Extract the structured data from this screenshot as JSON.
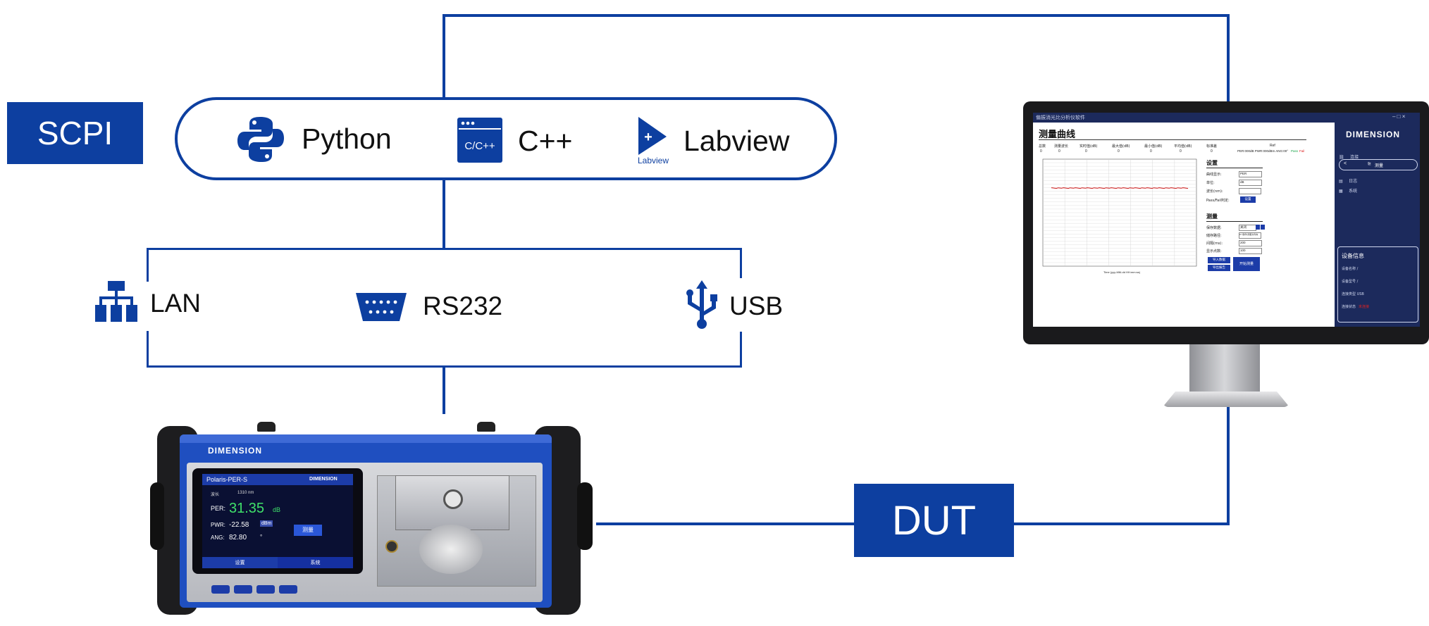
{
  "badges": {
    "scpi": "SCPI",
    "dut": "DUT"
  },
  "languages": [
    {
      "label": "Python",
      "icon": "python-logo-icon"
    },
    {
      "label": "C++",
      "icon": "cpp-window-icon",
      "icon_text": "C/C++"
    },
    {
      "label": "Labview",
      "icon": "labview-play-icon",
      "icon_text": "Labview"
    }
  ],
  "interfaces": [
    {
      "label": "LAN",
      "icon": "lan-network-icon"
    },
    {
      "label": "RS232",
      "icon": "rs232-connector-icon"
    },
    {
      "label": "USB",
      "icon": "usb-icon"
    }
  ],
  "colors": {
    "brand": "#0d3fa0",
    "device_blue": "#1f4fc0",
    "signal": "#cc1111",
    "pass": "#19a34a",
    "fail": "#dd2222"
  },
  "device": {
    "brand": "DIMENSION",
    "screen_title": "Polaris-PER-S",
    "screen_brand": "DIMENSION",
    "wavelength_label": "波长",
    "wavelength_value": "1310 nm",
    "per_label": "PER:",
    "per_value": "31.35",
    "per_unit": "dB",
    "pwr_label": "PWR:",
    "pwr_value": "-22.58",
    "pwr_unit": "dBm",
    "ang_label": "ANG:",
    "ang_value": "82.80",
    "ang_unit": "°",
    "measure_button": "测量",
    "tab_settings": "设置",
    "tab_system": "系统"
  },
  "software": {
    "window_title": "偏振消光比分析仪软件",
    "section_title": "测量曲线",
    "stats_headers": [
      "总数",
      "测量波长",
      "实时值(dB)",
      "最大值(dB)",
      "最小值(dB)",
      "平均值(dB)",
      "标准差"
    ],
    "stats_values": [
      "0",
      "0",
      "0",
      "0",
      "0",
      "0",
      "0"
    ],
    "ref_label": "Ref",
    "ref_values": "PER:000dB  PWR:000dBm  ANG:00°",
    "pass_label": "Pass",
    "fail_label": "Fail",
    "x_axis_label": "Time (yyy-MM-dd HH:mm:ss)",
    "settings": {
      "title": "设置",
      "curve_label": "曲线显示:",
      "curve_value": "PER",
      "unit_label": "单位:",
      "unit_value": "dB",
      "wavelength_label": "波长(nm):",
      "wavelength_value": "",
      "passfail_label": "Pass/Fail判定:",
      "passfail_button": "设置"
    },
    "measure": {
      "title": "测量",
      "save_label": "保存数据:",
      "save_value": "关闭",
      "path_label": "储存路径:",
      "path_value": "D:\\软件\\测量文件夹",
      "interval_label": "间隔(ms):",
      "interval_value": "200",
      "points_label": "显示点数:",
      "points_value": "100",
      "import_button": "导入数据",
      "export_button": "导出报告",
      "start_button": "开始测量"
    },
    "brand": "DIMENSION",
    "nav": [
      {
        "label": "连接",
        "icon": "link-icon"
      },
      {
        "label": "测量",
        "icon": "chart-icon",
        "active": true
      },
      {
        "label": "日志",
        "icon": "log-icon"
      },
      {
        "label": "系统",
        "icon": "grid-icon"
      }
    ],
    "device_info": {
      "title": "设备信息",
      "name_label": "设备名称 /",
      "model_label": "设备型号 /",
      "conn_type_label": "连接类型 USB",
      "conn_status_label": "连接状态",
      "conn_status_value": "未连接"
    }
  },
  "chart_data": {
    "type": "line",
    "series": [
      {
        "values": [
          0.5,
          0.5,
          0.5,
          0.5,
          0.5,
          0.5,
          0.5,
          0.5,
          0.5,
          0.5,
          0.5,
          0.5
        ]
      }
    ],
    "xlabel": "Time (yyy-MM-dd HH:mm:ss)",
    "grid": true
  }
}
